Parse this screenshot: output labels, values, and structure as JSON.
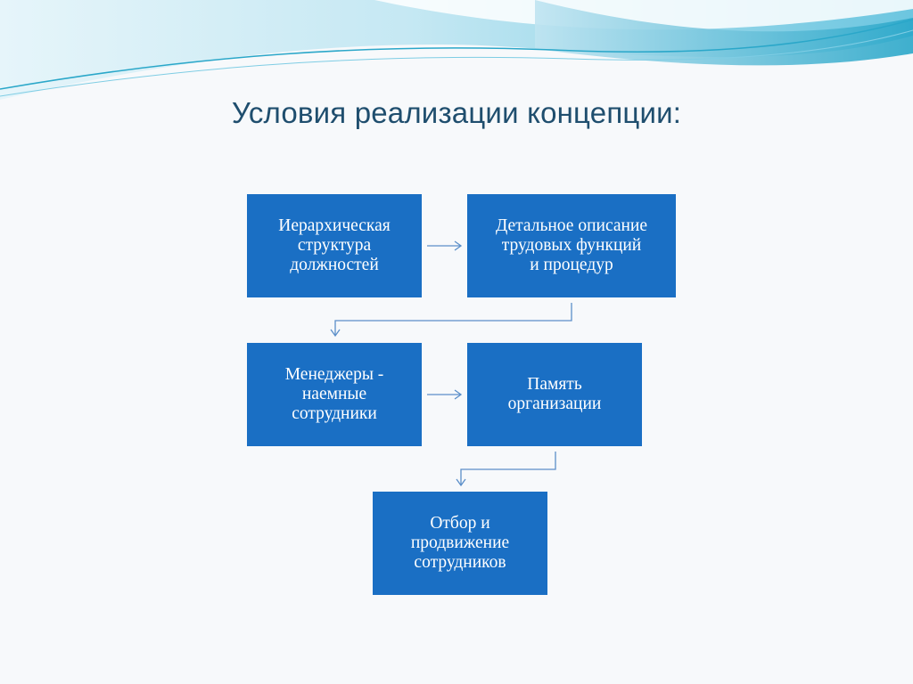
{
  "slide": {
    "title": "Условия реализации концепции:"
  },
  "diagram": {
    "boxes": [
      {
        "id": "b1",
        "label": "Иерархическая\nструктура\nдолжностей"
      },
      {
        "id": "b2",
        "label": "Детальное описание\nтрудовых функций\nи процедур"
      },
      {
        "id": "b3",
        "label": "Менеджеры -\nнаемные\nсотрудники"
      },
      {
        "id": "b4",
        "label": "Память\nорганизации"
      },
      {
        "id": "b5",
        "label": "Отбор и\nпродвижение\nсотрудников"
      }
    ],
    "colors": {
      "box_fill": "#1a6fc4",
      "box_text": "#ffffff",
      "connector": "#5b8fc9",
      "title": "#1f4e6e",
      "wave_light": "#cfeaf4",
      "wave_mid": "#7fcde4",
      "wave_dark": "#2aa7c9"
    }
  }
}
